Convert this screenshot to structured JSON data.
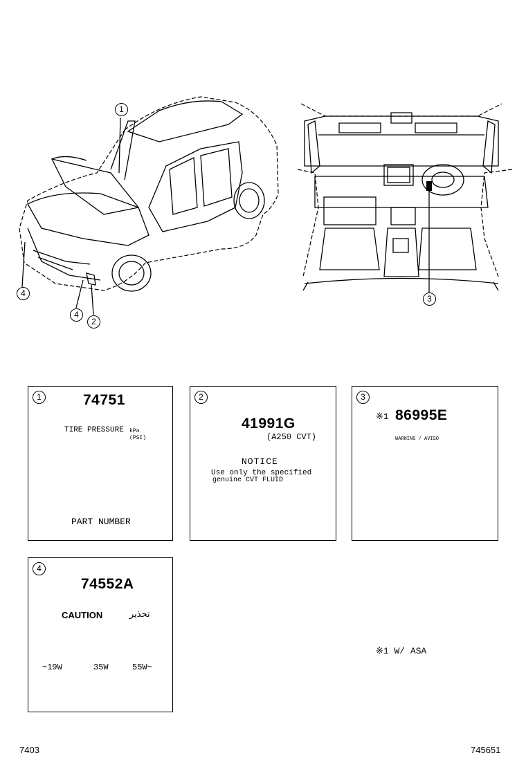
{
  "callouts": {
    "car_1": "1",
    "car_4a": "4",
    "car_4b": "4",
    "car_2": "2",
    "interior_3": "3"
  },
  "panel1": {
    "num": "1",
    "part_number": "74751",
    "label_title": "TIRE PRESSURE",
    "label_unit1": "kPa",
    "label_unit2": "(PSI)",
    "caption": "PART NUMBER"
  },
  "panel2": {
    "num": "2",
    "part_number": "41991G",
    "variant": "(A250 CVT)",
    "notice_title": "NOTICE",
    "notice_line1": "Use only the specified",
    "notice_line2": "genuine CVT FLUID"
  },
  "panel3": {
    "num": "3",
    "mark": "※1",
    "part_number": "86995E",
    "tag_header": "WARNING / AVISO"
  },
  "panel4": {
    "num": "4",
    "part_number": "74552A",
    "caution": "CAUTION",
    "caution_ar": "تحذير",
    "watts": [
      "~19W",
      "35W",
      "55W~"
    ]
  },
  "note": "※1 W/ ASA",
  "footer_left": "7403",
  "footer_right": "745651"
}
